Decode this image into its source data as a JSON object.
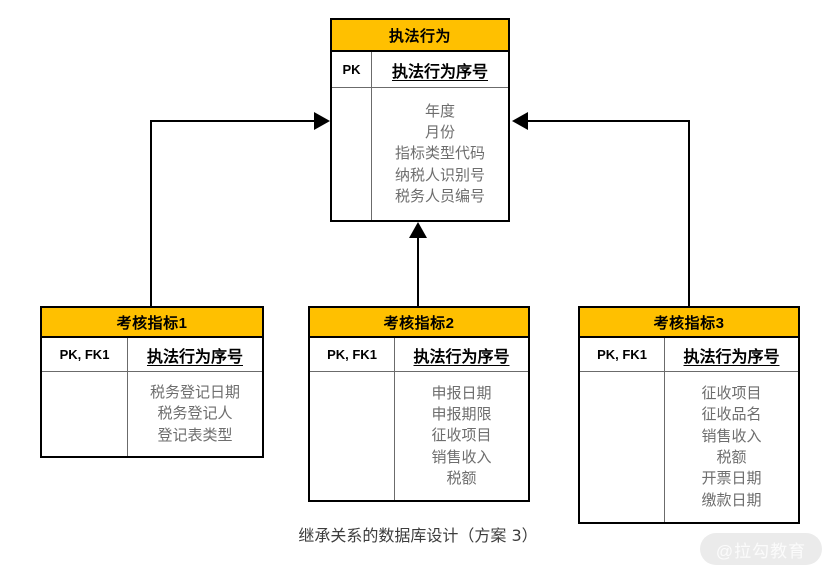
{
  "diagram": {
    "caption": "继承关系的数据库设计（方案 3）",
    "watermark": "@拉勾教育",
    "header_color": "#FFC000",
    "line_color": "#000000",
    "attribute_color": "#6e6e6e"
  },
  "tables": {
    "parent": {
      "title": "执法行为",
      "key_label": "PK",
      "key_name": "执法行为序号",
      "attributes": [
        "年度",
        "月份",
        "指标类型代码",
        "纳税人识别号",
        "税务人员编号"
      ]
    },
    "child1": {
      "title": "考核指标1",
      "key_label": "PK, FK1",
      "key_name": "执法行为序号",
      "attributes": [
        "税务登记日期",
        "税务登记人",
        "登记表类型"
      ]
    },
    "child2": {
      "title": "考核指标2",
      "key_label": "PK, FK1",
      "key_name": "执法行为序号",
      "attributes": [
        "申报日期",
        "申报期限",
        "征收项目",
        "销售收入",
        "税额"
      ]
    },
    "child3": {
      "title": "考核指标3",
      "key_label": "PK, FK1",
      "key_name": "执法行为序号",
      "attributes": [
        "征收项目",
        "征收品名",
        "销售收入",
        "税额",
        "开票日期",
        "缴款日期"
      ]
    }
  },
  "relationships": [
    {
      "name": "child1-to-parent",
      "from": "考核指标1",
      "to": "执法行为"
    },
    {
      "name": "child2-to-parent",
      "from": "考核指标2",
      "to": "执法行为"
    },
    {
      "name": "child3-to-parent",
      "from": "考核指标3",
      "to": "执法行为"
    }
  ]
}
